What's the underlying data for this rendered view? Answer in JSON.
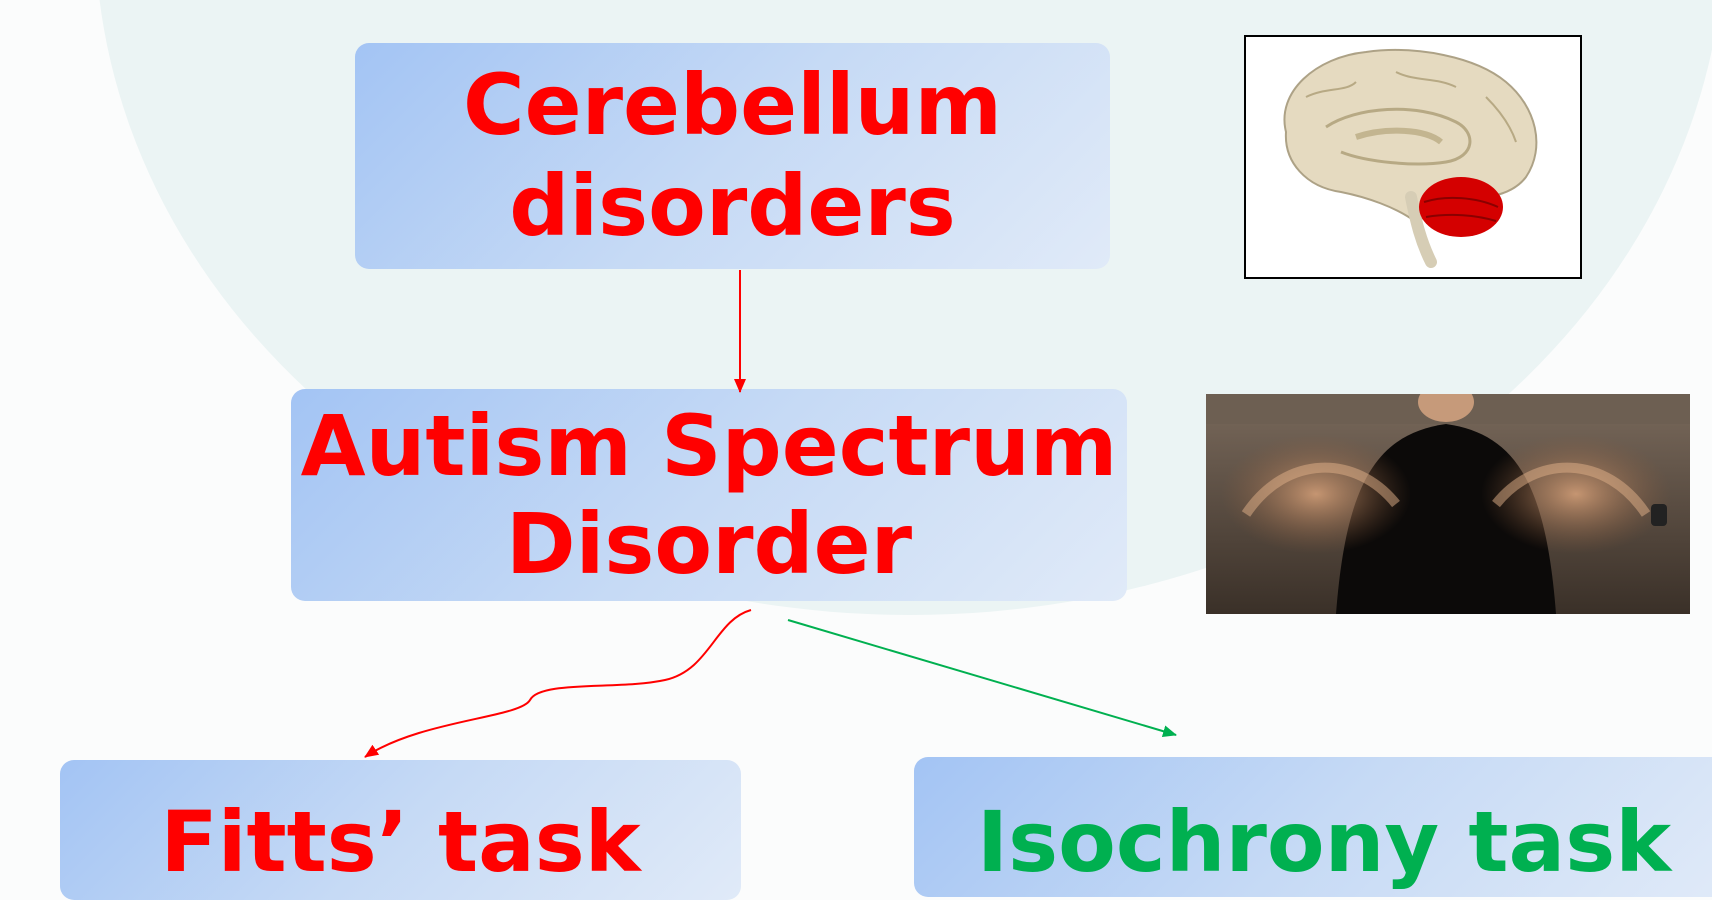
{
  "nodes": {
    "cerebellum": {
      "line1": "Cerebellum",
      "line2": "disorders",
      "color": "#ff0000"
    },
    "asd": {
      "line1": "Autism Spectrum",
      "line2": "Disorder",
      "color": "#ff0000"
    },
    "fitts": {
      "label": "Fitts’ task",
      "color": "#ff0000"
    },
    "isochrony": {
      "label": "Isochrony task",
      "color": "#00b050"
    }
  },
  "edges": [
    {
      "from": "cerebellum",
      "to": "asd",
      "color": "#ff0000",
      "style": "straight"
    },
    {
      "from": "asd",
      "to": "fitts",
      "color": "#ff0000",
      "style": "wavy"
    },
    {
      "from": "asd",
      "to": "isochrony",
      "color": "#00b050",
      "style": "straight"
    }
  ],
  "images": {
    "brain": {
      "icon": "brain-cerebellum-highlighted",
      "highlight_color": "#e00000"
    },
    "photo": {
      "icon": "person-hand-flapping-motion-blur"
    }
  }
}
